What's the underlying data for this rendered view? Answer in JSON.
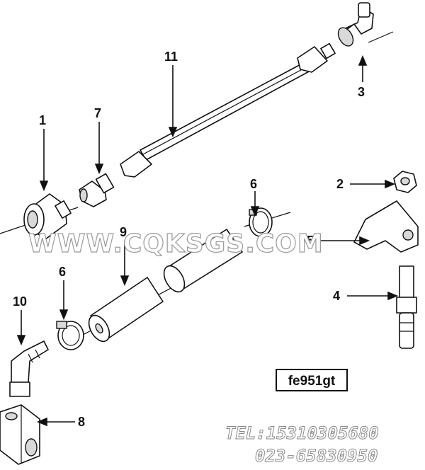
{
  "diagram": {
    "callouts": [
      {
        "id": "1",
        "label": "1"
      },
      {
        "id": "7",
        "label": "7"
      },
      {
        "id": "11",
        "label": "11"
      },
      {
        "id": "3",
        "label": "3"
      },
      {
        "id": "2",
        "label": "2"
      },
      {
        "id": "6a",
        "label": "6"
      },
      {
        "id": "5",
        "label": "5"
      },
      {
        "id": "9",
        "label": "9"
      },
      {
        "id": "6b",
        "label": "6"
      },
      {
        "id": "4",
        "label": "4"
      },
      {
        "id": "10",
        "label": "10"
      },
      {
        "id": "8",
        "label": "8"
      }
    ],
    "figure_code": "fe951gt",
    "watermark": "WWW.CQKSGS.COM",
    "contact_tel": "TEL:15310305680",
    "contact_phone": "023-65830950"
  },
  "colors": {
    "ink": "#111111",
    "watermark": "#9a9a9a",
    "paper": "#ffffff"
  }
}
